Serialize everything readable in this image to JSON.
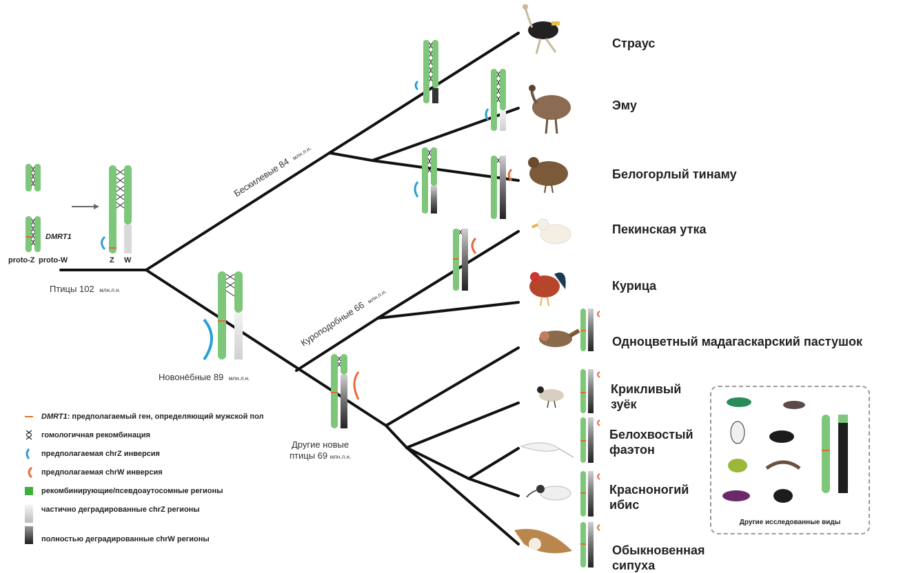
{
  "species": [
    {
      "id": "ostrich",
      "name": "Страус"
    },
    {
      "id": "emu",
      "name": "Эму"
    },
    {
      "id": "tinamou",
      "name": "Белогорлый тинаму"
    },
    {
      "id": "duck",
      "name": "Пекинская утка"
    },
    {
      "id": "chicken",
      "name": "Курица"
    },
    {
      "id": "cuckoo_roller",
      "name": "Одноцветный мадагаскарский пастушок"
    },
    {
      "id": "killdeer",
      "name": "Крикливый\nзуёк"
    },
    {
      "id": "tropicbird",
      "name": "Белохвостый\nфаэтон"
    },
    {
      "id": "ibis",
      "name": "Красноногий\nибис"
    },
    {
      "id": "owl",
      "name": "Обыкновенная\nсипуха"
    }
  ],
  "clades": {
    "birds": {
      "name": "Птицы 102",
      "unit": "млн.л.н."
    },
    "paleognaths": {
      "name": "Бескилевые 84",
      "unit": "млн.л.н."
    },
    "neognaths": {
      "name": "Новонёбные 89",
      "unit": "млн.л.н."
    },
    "galloanserae": {
      "name": "Куроподобные 66",
      "unit": "млн.л.н."
    },
    "neoaves": {
      "name": "Другие новые\nптицы 69",
      "unit": "млн.л.н."
    }
  },
  "ancestral_labels": {
    "proto_z": "proto-Z",
    "proto_w": "proto-W",
    "dmrt1": "DMRT1",
    "z": "Z",
    "w": "W"
  },
  "legend": {
    "dmrt1_name": "DMRT1",
    "dmrt1_text": ": предполагаемый ген, определяющий мужской пол",
    "homologous": "гомологичная рекомбинация",
    "z_inversion": "предполагаемая chrZ инверсия",
    "w_inversion": "предполагаемая chrW инверсия",
    "recombining": "рекомбинирующие/псевдоаутосомные регионы",
    "partial": "частично деградированные chrZ регионы",
    "full": "полностью деградированные chrW регионы"
  },
  "others_caption": "Другие исследованные виды",
  "colors": {
    "green": "#7dc67a",
    "branch": "#111111",
    "dmrt1": "#e06a2c",
    "z_inv": "#2a9fd6",
    "w_inv": "#e8673a",
    "dark": "#2b2b2b"
  }
}
